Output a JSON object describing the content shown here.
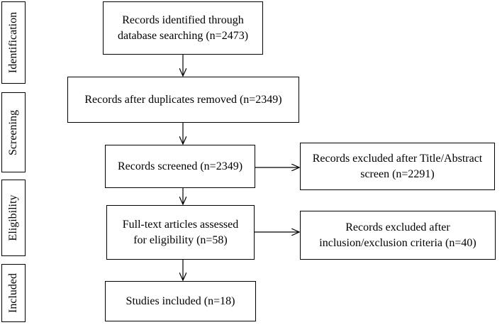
{
  "stages": {
    "identification": "Identification",
    "screening": "Screening",
    "eligibility": "Eligibility",
    "included": "Included"
  },
  "flow": {
    "identified": {
      "line1": "Records identified through",
      "line2": "database searching (n=2473)"
    },
    "duplicates_removed": "Records after duplicates removed (n=2349)",
    "screened": "Records screened (n=2349)",
    "fulltext": {
      "line1": "Full-text articles assessed",
      "line2": "for eligibility (n=58)"
    },
    "included": "Studies included (n=18)"
  },
  "excluded": {
    "title_abstract": {
      "line1": "Records excluded after Title/Abstract",
      "line2": "screen (n=2291)"
    },
    "criteria": {
      "line1": "Records excluded after",
      "line2": "inclusion/exclusion criteria (n=40)"
    }
  },
  "colors": {
    "line": "#000000",
    "background": "#ffffff"
  }
}
